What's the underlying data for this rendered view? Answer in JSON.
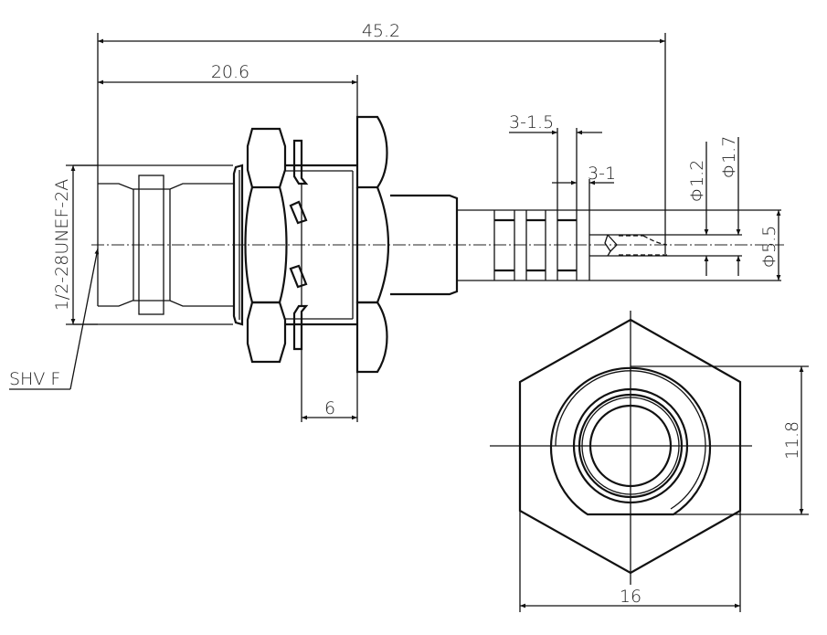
{
  "title_block": null,
  "dimensions": {
    "overall_length": "45.2",
    "body_length": "20.6",
    "groove_width": "3-1.5",
    "groove_spacing": "3-1",
    "pin_hole_dia": "Φ1.2",
    "pin_outer_dia": "Φ1.7",
    "pin_body_dia": "Φ5.5",
    "panel_thickness": "6",
    "hex_flat_height": "11.8",
    "hex_width": "16"
  },
  "labels": {
    "thread": "1/2-28UNEF-2A",
    "connector_type": "SHV F"
  },
  "colors": {
    "line": "#111111",
    "background": "#ffffff"
  }
}
